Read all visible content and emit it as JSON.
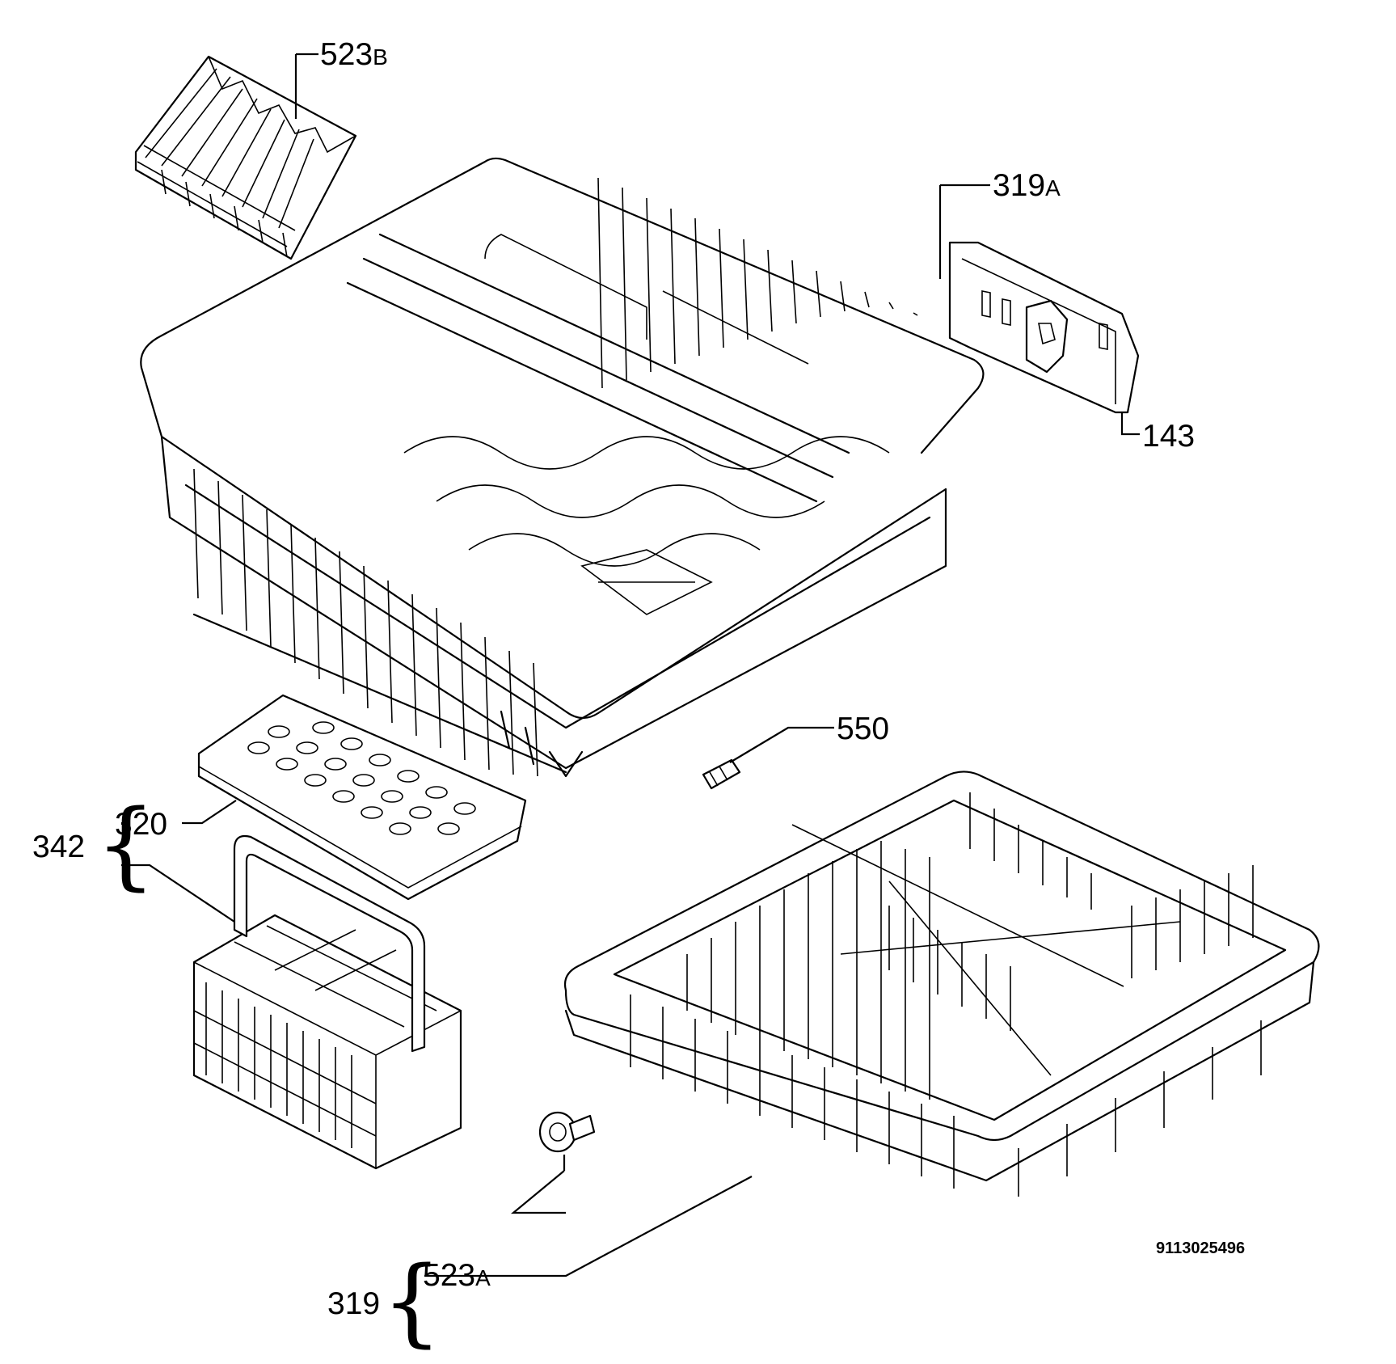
{
  "callouts": {
    "part_523b": {
      "number": "523",
      "suffix": "B"
    },
    "part_319a": {
      "number": "319",
      "suffix": "A"
    },
    "part_143": {
      "number": "143"
    },
    "part_550": {
      "number": "550"
    },
    "part_342": {
      "number": "342"
    },
    "part_320": {
      "number": "320"
    },
    "part_523a": {
      "number": "523",
      "suffix": "A"
    },
    "part_319": {
      "number": "319"
    }
  },
  "drawing_code": "9113025496"
}
